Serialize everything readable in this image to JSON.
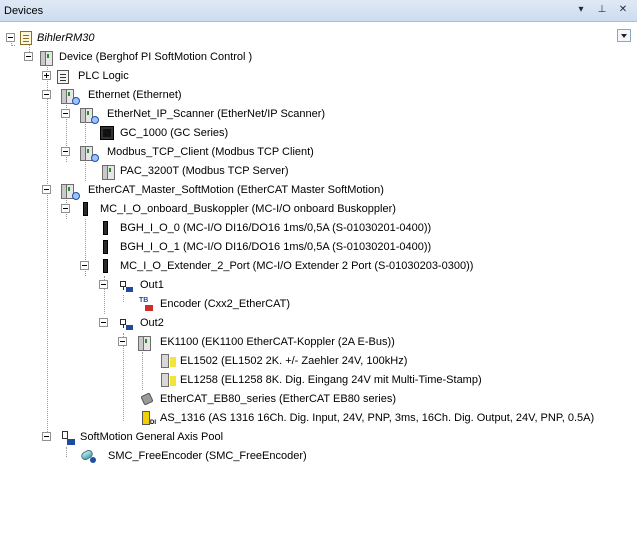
{
  "panel": {
    "title": "Devices",
    "pin_icon": "pin-icon",
    "close_icon": "close-icon",
    "menu_icon": "chevron-down-icon"
  },
  "tree": {
    "root": "BihlerRM30",
    "device": "Device (Berghof PI SoftMotion Control )",
    "plc_logic": "PLC Logic",
    "ethernet": "Ethernet (Ethernet)",
    "ethernet_ip_scanner": "EtherNet_IP_Scanner (EtherNet/IP Scanner)",
    "gc_1000": "GC_1000 (GC Series)",
    "modbus_client": "Modbus_TCP_Client (Modbus TCP Client)",
    "pac_3200t": "PAC_3200T (Modbus TCP Server)",
    "ethercat_master": "EtherCAT_Master_SoftMotion (EtherCAT Master SoftMotion)",
    "mc_io_onboard": "MC_I_O_onboard_Buskoppler (MC-I/O onboard Buskoppler)",
    "bgh_io_0": "BGH_I_O_0 (MC-I/O DI16/DO16 1ms/0,5A (S-01030201-0400))",
    "bgh_io_1": "BGH_I_O_1 (MC-I/O DI16/DO16 1ms/0,5A (S-01030201-0400))",
    "mc_io_extender": "MC_I_O_Extender_2_Port (MC-I/O Extender 2 Port (S-01030203-0300))",
    "out1": "Out1",
    "encoder": "Encoder (Cxx2_EtherCAT)",
    "out2": "Out2",
    "ek1100": "EK1100 (EK1100 EtherCAT-Koppler (2A E-Bus))",
    "el1502": "EL1502 (EL1502 2K. +/- Zaehler 24V, 100kHz)",
    "el1258": "EL1258 (EL1258 8K. Dig. Eingang 24V mit Multi-Time-Stamp)",
    "ethercat_eb80": "EtherCAT_EB80_series (EtherCAT EB80 series)",
    "as_1316": "AS_1316 (AS 1316 16Ch. Dig. Input, 24V, PNP, 3ms, 16Ch. Dig. Output, 24V, PNP, 0.5A)",
    "softmotion_pool": "SoftMotion General Axis Pool",
    "smc_free_encoder": "SMC_FreeEncoder (SMC_FreeEncoder)"
  }
}
